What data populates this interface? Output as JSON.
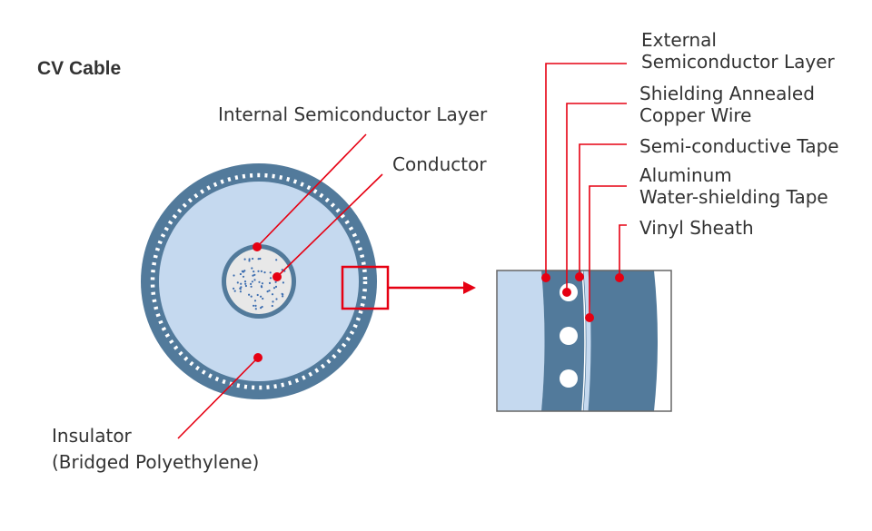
{
  "title": "CV Cable",
  "labels": {
    "internal_semiconductor": "Internal Semiconductor Layer",
    "conductor": "Conductor",
    "insulator_line1": "Insulator",
    "insulator_line2": "(Bridged Polyethylene)",
    "external_semiconductor_line1": "External",
    "external_semiconductor_line2": "Semiconductor Layer",
    "shielding_wire_line1": "Shielding Annealed",
    "shielding_wire_line2": "Copper Wire",
    "semi_conductive_tape": "Semi-conductive Tape",
    "aluminum_tape_line1": "Aluminum",
    "aluminum_tape_line2": "Water-shielding Tape",
    "vinyl_sheath": "Vinyl Sheath"
  },
  "colors": {
    "sheath": "#527a9b",
    "insulator": "#c5d9ef",
    "conductor_fill": "#e8e8e8",
    "conductor_dots": "#3d6eb0",
    "leader": "#e60012",
    "text": "#333333"
  }
}
